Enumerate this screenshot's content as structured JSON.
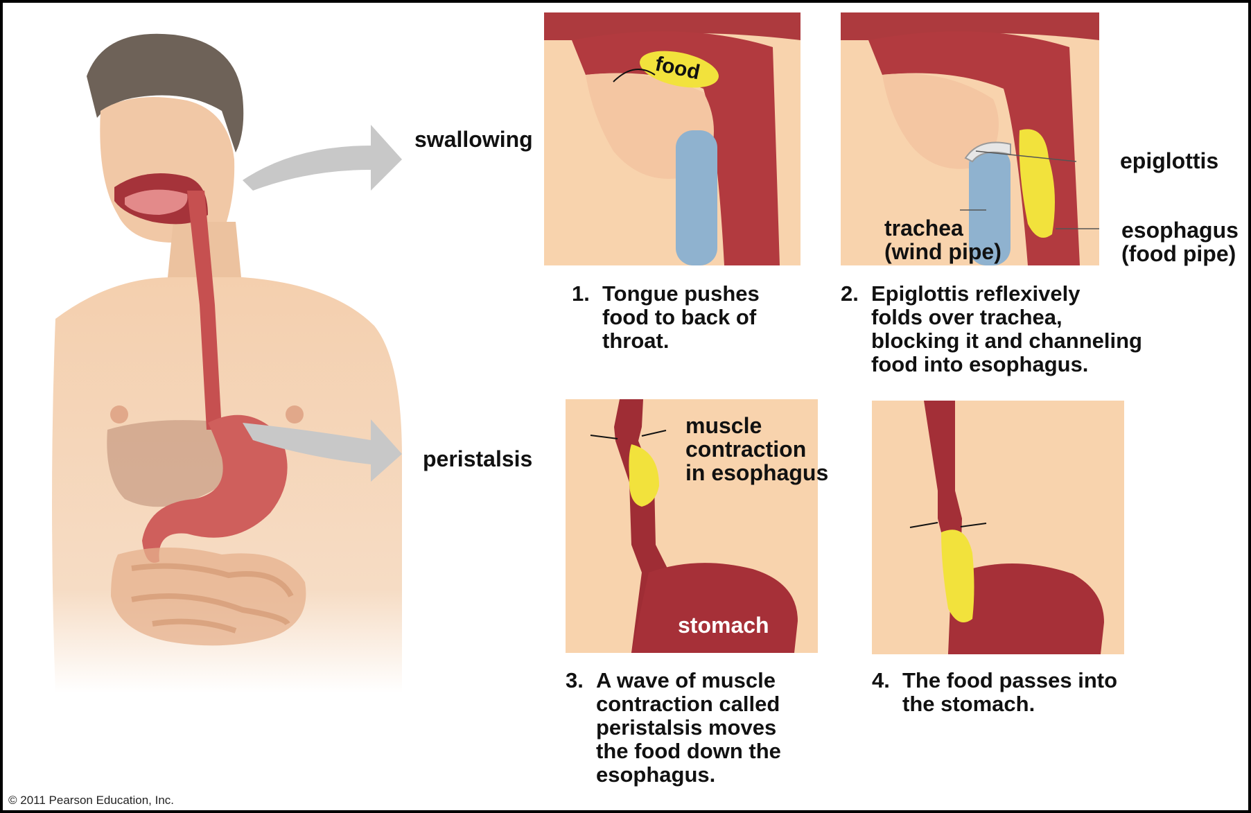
{
  "labels": {
    "swallowing": "swallowing",
    "peristalsis": "peristalsis",
    "food": "food",
    "epiglottis": "epiglottis",
    "trachea": "trachea\n(wind pipe)",
    "esophagus": "esophagus\n(food pipe)",
    "muscle_contraction": "muscle\ncontraction\nin esophagus",
    "stomach": "stomach"
  },
  "steps": [
    {
      "num": "1.",
      "text": "Tongue pushes\nfood to back of\nthroat."
    },
    {
      "num": "2.",
      "text": "Epiglottis reflexively\nfolds over trachea,\nblocking it and channeling\nfood into esophagus."
    },
    {
      "num": "3.",
      "text": "A wave of muscle\ncontraction called\nperistalsis moves\nthe food down the\nesophagus."
    },
    {
      "num": "4.",
      "text": "The food passes into\nthe stomach."
    }
  ],
  "copyright": "© 2011 Pearson Education, Inc.",
  "colors": {
    "skin": "#f6d2b0",
    "muscle": "#b3343c",
    "food": "#f2e23c",
    "trachea": "#8fb2cf",
    "arrow": "#c8c8c8"
  }
}
